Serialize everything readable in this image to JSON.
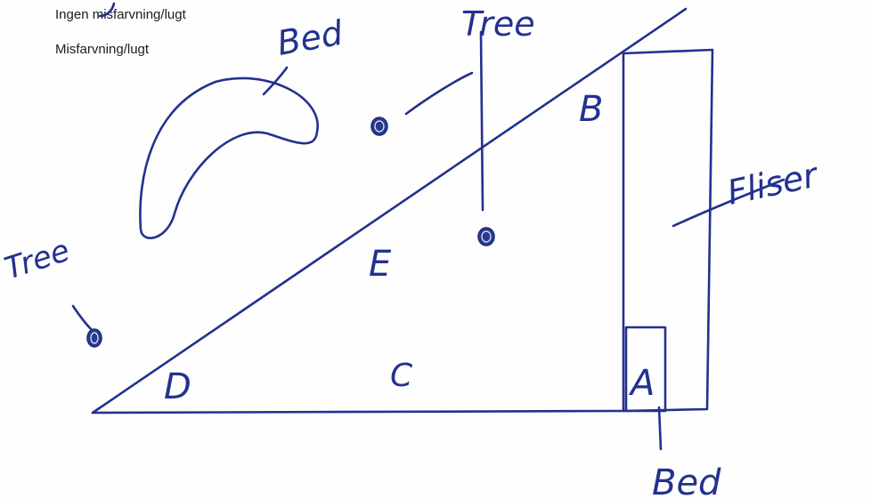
{
  "legend": {
    "line_1": "Ingen misfarvning/lugt",
    "line_2": "Misfarvning/lugt"
  },
  "sketch_labels": {
    "tree_top": "Tree",
    "tree_left": "Tree",
    "bed_top": "Bed",
    "bed_bottom": "Bed",
    "tiles": "Fliser",
    "area_a": "A",
    "area_b": "B",
    "area_c": "C",
    "area_d": "D",
    "area_e": "E"
  },
  "ink_color": "#23318f"
}
